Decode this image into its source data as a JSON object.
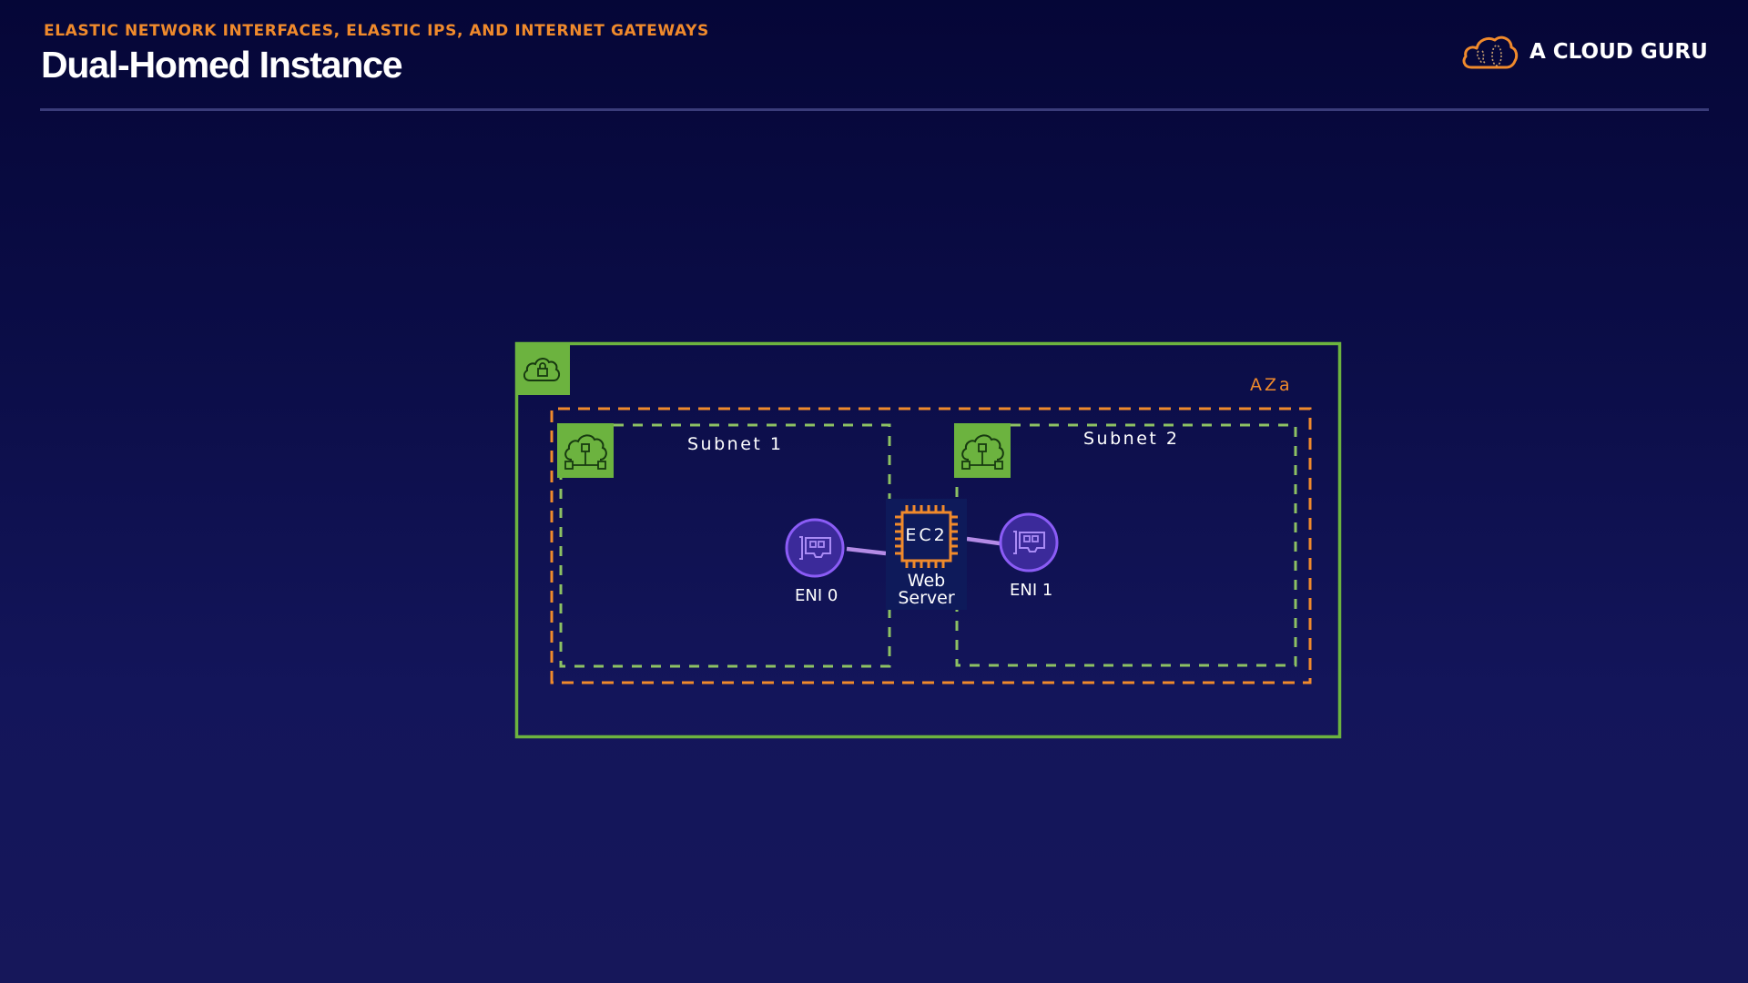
{
  "header": {
    "subtitle": "ELASTIC NETWORK INTERFACES, ELASTIC IPS, AND INTERNET GATEWAYS",
    "title": "Dual-Homed Instance"
  },
  "brand": {
    "logo_icon": "cloud-icon",
    "name": "A CLOUD GURU"
  },
  "colors": {
    "accent_orange": "#f08a2c",
    "vpc_green": "#6cb33f",
    "subnet_green": "#8dc163",
    "eni_purple": "#8b5cf6",
    "link_purple": "#b48be6",
    "ec2_orange": "#f08a2c"
  },
  "diagram": {
    "vpc": {
      "icon": "vpc-cloud-lock-icon"
    },
    "availability_zone": {
      "label": "AZa"
    },
    "subnets": [
      {
        "label": "Subnet 1",
        "icon": "subnet-cloud-network-icon"
      },
      {
        "label": "Subnet 2",
        "icon": "subnet-cloud-network-icon"
      }
    ],
    "instance": {
      "chip_text": "EC2",
      "label_line1": "Web",
      "label_line2": "Server",
      "icon": "ec2-chip-icon"
    },
    "enis": [
      {
        "label": "ENI 0",
        "icon": "network-card-icon"
      },
      {
        "label": "ENI 1",
        "icon": "network-card-icon"
      }
    ]
  }
}
